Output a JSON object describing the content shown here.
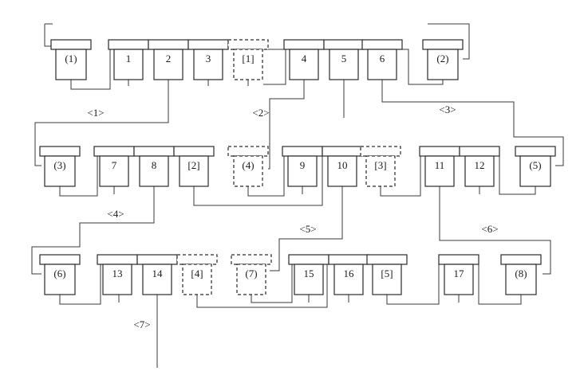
{
  "diagram": {
    "colors": {
      "line": "#3a3a3a",
      "box_stroke": "#2a2a2a",
      "text": "#1a1a1a",
      "background": "#ffffff"
    },
    "blocks": [
      {
        "id": "p1",
        "label": "(1)",
        "style": "solid"
      },
      {
        "id": "n1",
        "label": "1",
        "style": "solid"
      },
      {
        "id": "n2",
        "label": "2",
        "style": "solid"
      },
      {
        "id": "n3",
        "label": "3",
        "style": "solid"
      },
      {
        "id": "b1",
        "label": "[1]",
        "style": "dashed"
      },
      {
        "id": "n4",
        "label": "4",
        "style": "solid"
      },
      {
        "id": "n5",
        "label": "5",
        "style": "solid"
      },
      {
        "id": "n6",
        "label": "6",
        "style": "solid"
      },
      {
        "id": "p2",
        "label": "(2)",
        "style": "solid"
      },
      {
        "id": "p3",
        "label": "(3)",
        "style": "solid"
      },
      {
        "id": "n7",
        "label": "7",
        "style": "solid"
      },
      {
        "id": "n8",
        "label": "8",
        "style": "solid"
      },
      {
        "id": "b2",
        "label": "[2]",
        "style": "solid"
      },
      {
        "id": "p4",
        "label": "(4)",
        "style": "dashed"
      },
      {
        "id": "n9",
        "label": "9",
        "style": "solid"
      },
      {
        "id": "n10",
        "label": "10",
        "style": "solid"
      },
      {
        "id": "b3",
        "label": "[3]",
        "style": "dashed"
      },
      {
        "id": "n11",
        "label": "11",
        "style": "solid"
      },
      {
        "id": "n12",
        "label": "12",
        "style": "solid"
      },
      {
        "id": "p5",
        "label": "(5)",
        "style": "solid"
      },
      {
        "id": "p6",
        "label": "(6)",
        "style": "solid"
      },
      {
        "id": "n13",
        "label": "13",
        "style": "solid"
      },
      {
        "id": "n14",
        "label": "14",
        "style": "solid"
      },
      {
        "id": "b4",
        "label": "[4]",
        "style": "dashed"
      },
      {
        "id": "p7",
        "label": "(7)",
        "style": "dashed"
      },
      {
        "id": "n15",
        "label": "15",
        "style": "solid"
      },
      {
        "id": "n16",
        "label": "16",
        "style": "solid"
      },
      {
        "id": "b5",
        "label": "[5]",
        "style": "solid"
      },
      {
        "id": "n17",
        "label": "17",
        "style": "solid"
      },
      {
        "id": "p8",
        "label": "(8)",
        "style": "solid"
      }
    ],
    "edge_labels": [
      {
        "id": "e1",
        "label": "<1>"
      },
      {
        "id": "e2",
        "label": "<2>"
      },
      {
        "id": "e3",
        "label": "<3>"
      },
      {
        "id": "e4",
        "label": "<4>"
      },
      {
        "id": "e5",
        "label": "<5>"
      },
      {
        "id": "e6",
        "label": "<6>"
      },
      {
        "id": "e7",
        "label": "<7>"
      }
    ]
  }
}
